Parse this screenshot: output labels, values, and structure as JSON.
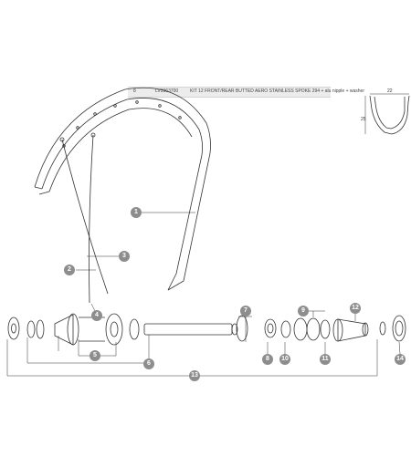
{
  "parts_bar": {
    "index": "8",
    "code": "LV3963700",
    "description": "KIT 12 FRONT/REAR BUTTED AERO STAINLESS SPOKE 294 + alu nipple + washer"
  },
  "rim_profile": {
    "width_label": "22",
    "height_label": "25"
  },
  "callouts": [
    "1",
    "2",
    "3",
    "4",
    "5",
    "6",
    "7",
    "8",
    "9",
    "10",
    "11",
    "12",
    "13",
    "14"
  ],
  "colors": {
    "line": "#333333",
    "callout_fill": "#8d8d8d",
    "bar_fill": "#ececec"
  }
}
